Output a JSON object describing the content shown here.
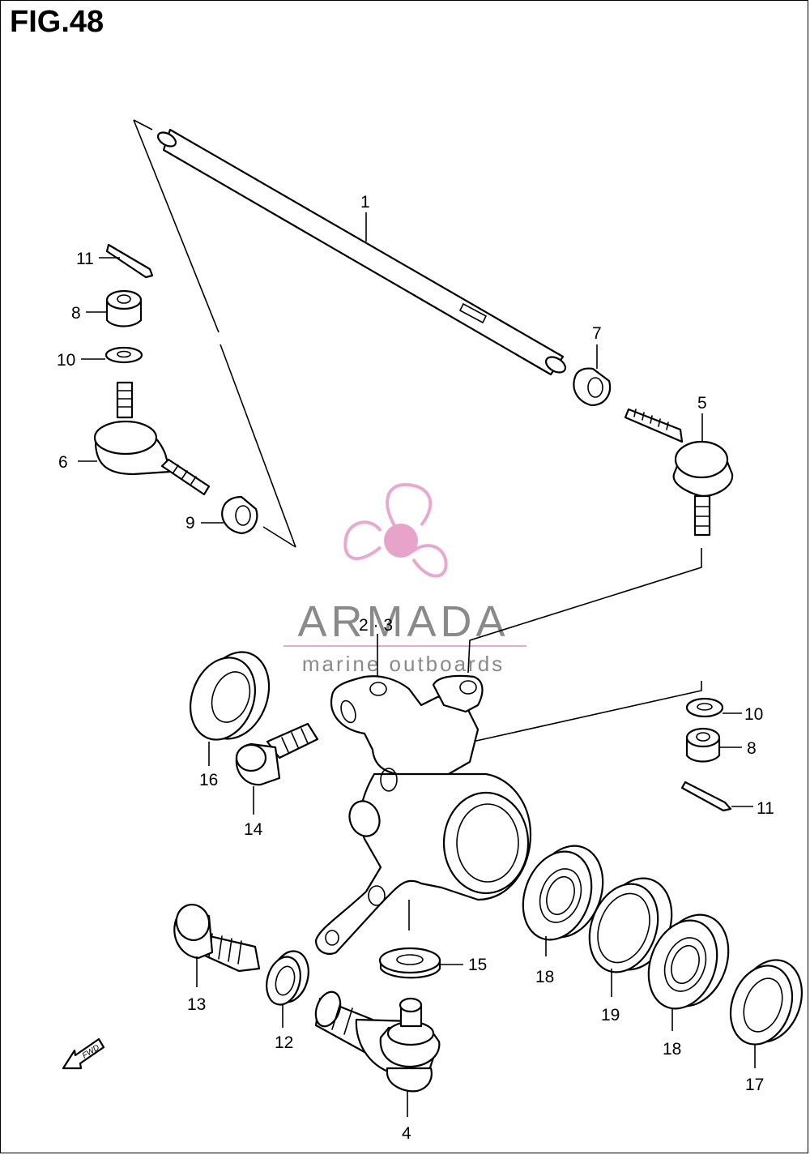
{
  "figure": {
    "title": "FIG.48"
  },
  "watermark": {
    "brand": "ARMADA",
    "tagline": "marine outboards",
    "colors": {
      "propeller": "#e9a8cf",
      "hub": "#e7a3c9",
      "text": "#8a8a8a",
      "rule": "#e9a8cf"
    }
  },
  "fwd_label": "FWD",
  "callouts": {
    "c1": "1",
    "c2_3": "2 · 3",
    "c4": "4",
    "c5": "5",
    "c6": "6",
    "c7": "7",
    "c8_left": "8",
    "c8_right": "8",
    "c9": "9",
    "c10_left": "10",
    "c10_right": "10",
    "c11_left": "11",
    "c11_right": "11",
    "c12": "12",
    "c13": "13",
    "c14": "14",
    "c15": "15",
    "c16": "16",
    "c17": "17",
    "c18_mid": "18",
    "c18_right": "18",
    "c19": "19"
  }
}
